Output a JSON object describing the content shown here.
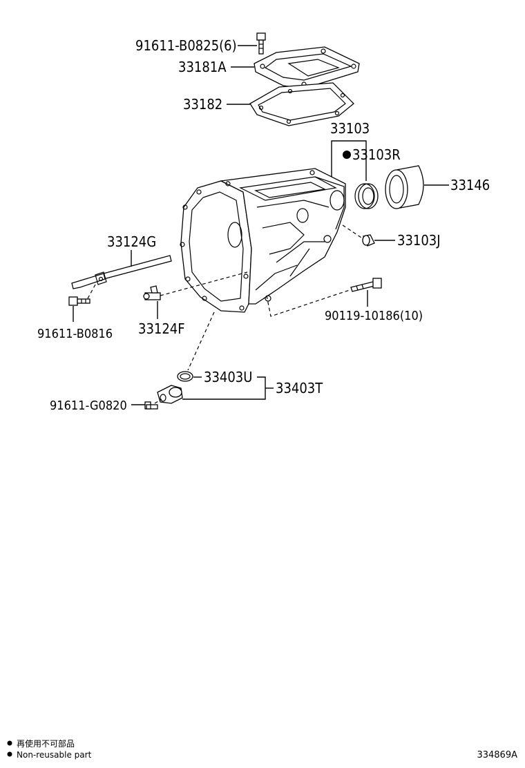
{
  "labels": {
    "bolt_top": "91611-B0825(6)",
    "cover": "33181A",
    "gasket": "33182",
    "case": "33103",
    "seal": "33103R",
    "sleeve": "33146",
    "plug": "33103J",
    "guide": "33124G",
    "bolt_left": "91611-B0816",
    "fork": "33124F",
    "bolt_case": "90119-10186(10)",
    "oring": "33403U",
    "sensor": "33403T",
    "bolt_bottom": "91611-G0820"
  },
  "legend": {
    "line_jp": "再使用不可部品",
    "line_en": "Non-reusable part"
  },
  "diagram_id": "334869A"
}
